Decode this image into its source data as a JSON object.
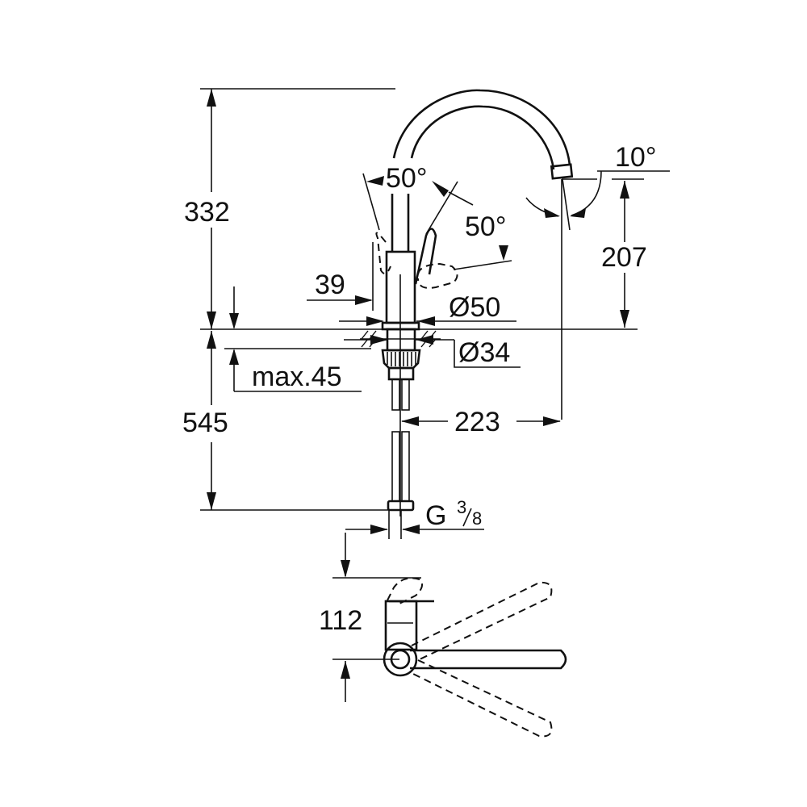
{
  "drawing": {
    "title": "Kitchen faucet technical dimension drawing",
    "line_color": "#111111",
    "background": "#ffffff"
  },
  "dimensions": {
    "total_height": "332",
    "spout_height": "207",
    "below_counter_length": "545",
    "max_counter_thickness": "max.45",
    "handle_offset": "39",
    "base_diameter": "Ø50",
    "hole_diameter": "Ø34",
    "spout_reach": "223",
    "connection_thread_prefix": "G",
    "connection_thread_num": "3",
    "connection_thread_den": "8",
    "lever_height_top_view": "112"
  },
  "angles": {
    "lever_back": "50°",
    "lever_forward": "50°",
    "spout_tilt": "10°"
  }
}
